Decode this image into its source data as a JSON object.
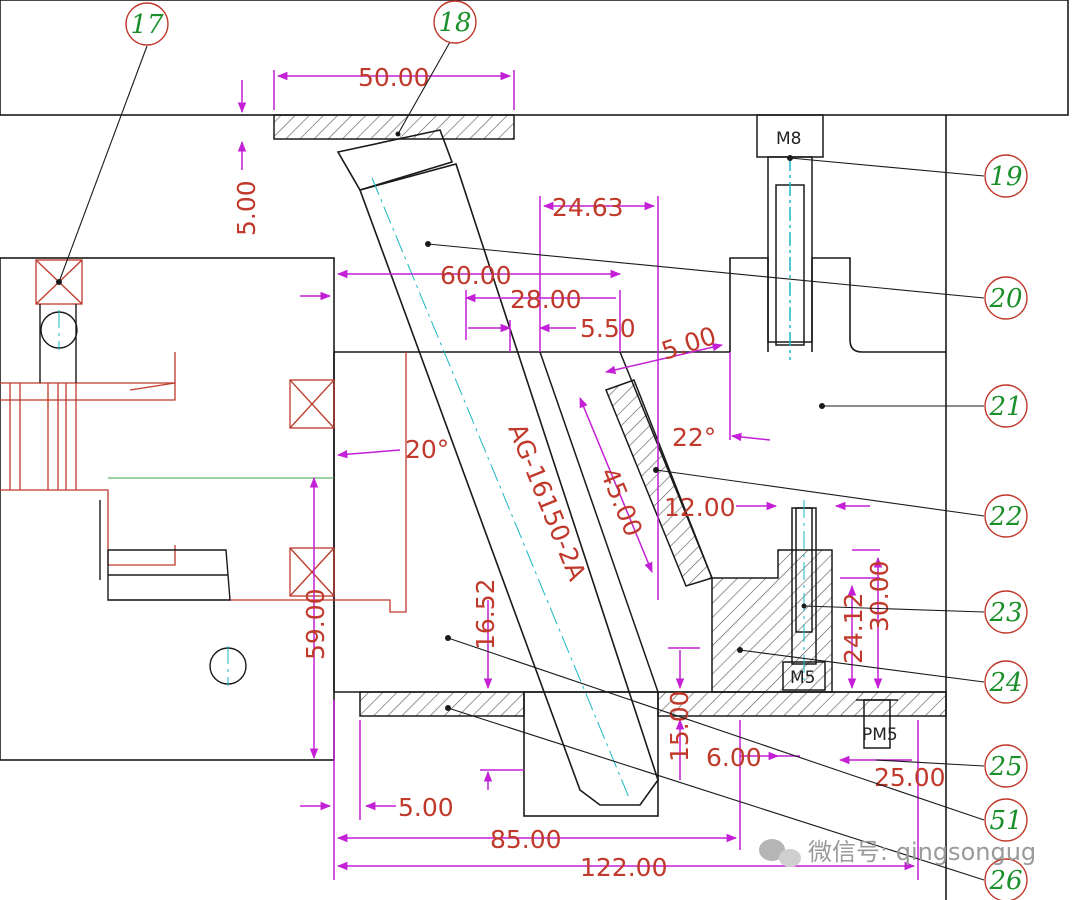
{
  "dimensions": {
    "d_50": "50.00",
    "d_5_top": "5.00",
    "d_24_63": "24.63",
    "d_60": "60.00",
    "d_28": "28.00",
    "d_5_50": "5.50",
    "d_5_slant": "5.00",
    "d_20deg": "20°",
    "d_22deg": "22°",
    "d_45": "45.00",
    "d_12": "12.00",
    "d_59": "59.00",
    "d_16_52": "16.52",
    "d_24_12": "24.12",
    "d_30": "30.00",
    "d_15": "15.00",
    "d_6": "6.00",
    "d_25": "25.00",
    "d_5_bottom": "5.00",
    "d_85": "85.00",
    "d_122": "122.00"
  },
  "part_labels": {
    "pin_label": "AG-16150-2A",
    "screw_top": "M8",
    "screw_mid": "M5",
    "screw_bottom": "PM5"
  },
  "callouts": [
    "17",
    "18",
    "19",
    "20",
    "21",
    "22",
    "23",
    "24",
    "25",
    "51",
    "26"
  ],
  "watermark": "微信号: qingsongug",
  "colors": {
    "outline": "#1a1a1a",
    "dimension": "#c21fd6",
    "dimension_text": "#c0392b",
    "callout": "#1a8f2a",
    "callout_circle": "#c0392b",
    "centerline": "#19b8c2"
  }
}
